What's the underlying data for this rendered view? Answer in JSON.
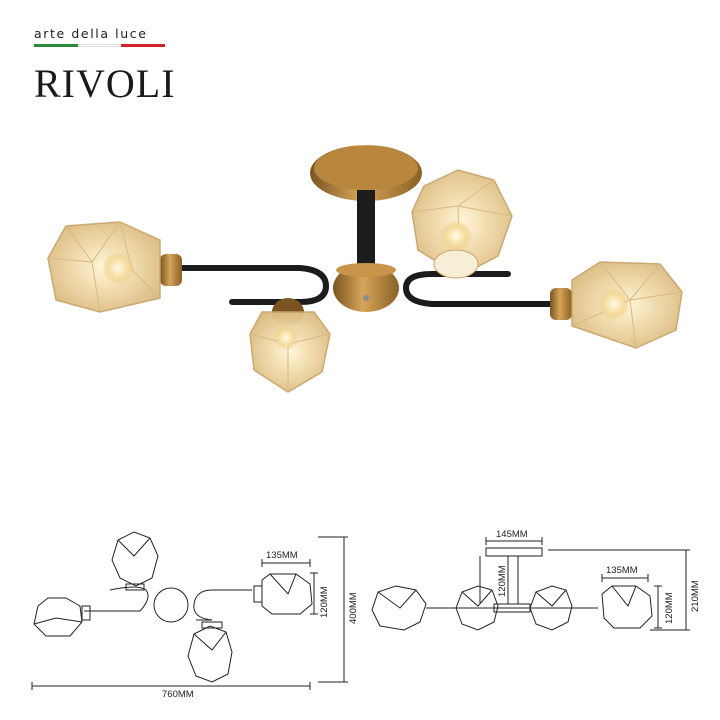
{
  "brand": {
    "tagline": "arte della luce",
    "name": "RIVOLI",
    "flag_colors": [
      "#2a8a3a",
      "#ffffff",
      "#d3242c"
    ]
  },
  "colors": {
    "brass": "#b8873a",
    "black_arm": "#1c1c1c",
    "amber_glass": "#e9cf9b"
  },
  "drawing_top": {
    "shade_width": "135MM",
    "shade_height": "120MM",
    "height": "400MM",
    "width": "760MM"
  },
  "drawing_side": {
    "canopy_width": "145MM",
    "stem_height": "120MM",
    "shade_width": "135MM",
    "shade_height": "120MM",
    "total_height": "210MM"
  }
}
